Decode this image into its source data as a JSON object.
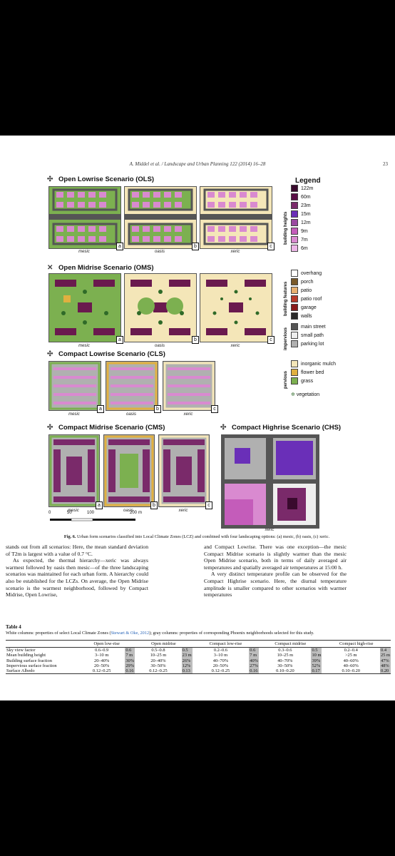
{
  "header": {
    "running_head": "A. Middel et al. / Landscape and Urban Planning 122 (2014) 16–28",
    "page_number": "23"
  },
  "figure": {
    "scenarios": [
      {
        "title": "Open Lowrise Scenario (OLS)",
        "labels": [
          "mesic",
          "oasis",
          "xeric"
        ],
        "letters": [
          "a",
          "b",
          "c"
        ]
      },
      {
        "title": "Open Midrise Scenario (OMS)",
        "labels": [
          "mesic",
          "oasis",
          "xeric"
        ],
        "letters": [
          "a",
          "b",
          "c"
        ]
      },
      {
        "title": "Compact Lowrise Scenario (CLS)",
        "labels": [
          "mesic",
          "oasis",
          "xeric"
        ],
        "letters": [
          "a",
          "b",
          "c"
        ]
      },
      {
        "title": "Compact Midrise Scenario (CMS)",
        "labels": [
          "mesic",
          "oasis",
          "xeric"
        ],
        "letters": [
          "a",
          "b",
          "c"
        ]
      },
      {
        "title": "Compact Highrise Scenario (CHS)",
        "labels": [
          "xeric"
        ],
        "letters": []
      }
    ],
    "legend": {
      "title": "Legend",
      "groups": [
        {
          "name": "building heights",
          "items": [
            {
              "label": "122m",
              "color": "#3a0a2e"
            },
            {
              "label": "60m",
              "color": "#5a0f47"
            },
            {
              "label": "23m",
              "color": "#7a2a6a"
            },
            {
              "label": "15m",
              "color": "#6a2fb8"
            },
            {
              "label": "12m",
              "color": "#9a4aa0"
            },
            {
              "label": "9m",
              "color": "#c45cba"
            },
            {
              "label": "7m",
              "color": "#d98ad0"
            },
            {
              "label": "6m",
              "color": "#ecb6e6"
            }
          ]
        },
        {
          "name": "building features",
          "items": [
            {
              "label": "overhang",
              "color": "#ffffff"
            },
            {
              "label": "porch",
              "color": "#7a5a2a"
            },
            {
              "label": "patio",
              "color": "#e8b070"
            },
            {
              "label": "patio roof",
              "color": "#b83a2a"
            },
            {
              "label": "garage",
              "color": "#8a1a1a"
            },
            {
              "label": "walls",
              "color": "#2a2a2a"
            }
          ]
        },
        {
          "name": "impervious",
          "items": [
            {
              "label": "main street",
              "color": "#555555"
            },
            {
              "label": "small path",
              "color": "#eeeeee"
            },
            {
              "label": "parking lot",
              "color": "#b0b0b0"
            }
          ]
        },
        {
          "name": "pervious",
          "items": [
            {
              "label": "inorganic mulch",
              "color": "#f4e6b8"
            },
            {
              "label": "flower bed",
              "color": "#e0b040"
            },
            {
              "label": "grass",
              "color": "#7cb050"
            }
          ]
        }
      ],
      "vegetation": "vegetation"
    },
    "scale": {
      "ticks": [
        "0",
        "50",
        "100",
        "200"
      ],
      "unit": "m"
    },
    "caption_label": "Fig. 6.",
    "caption_text": "Urban form scenarios classified into Local Climate Zones (LCZ) and combined with four landscaping options: (a) mesic, (b) oasis, (c) xeric."
  },
  "body": {
    "left_col": [
      "stands out from all scenarios: Here, the mean standard deviation of T2m is largest with a value of 0.7 °C.",
      "As expected, the thermal hierarchy—xeric was always warmest followed by oasis then mesic—of the three landscaping scenarios was maintained for each urban form. A hierarchy could also be established for the LCZs. On average, the Open Midrise scenario is the warmest neighborhood, followed by Compact Midrise, Open Lowrise,"
    ],
    "right_col": [
      "and Compact Lowrise. There was one exception—the mesic Compact Midrise scenario is slightly warmer than the mesic Open Midrise scenario, both in terms of daily averaged air temperatures and spatially averaged air temperatures at 15:00 h.",
      "A very distinct temperature profile can be observed for the Compact Highrise scenario. Here, the diurnal temperature amplitude is smaller compared to other scenarios with warmer temperatures"
    ]
  },
  "table": {
    "title": "Table 4",
    "caption_pre": "White columns: properties of select Local Climate Zones (",
    "caption_ref": "Stewart & Oke, 2012",
    "caption_post": "); gray columns: properties of corresponding Phoenix neighborhoods selected for this study.",
    "columns": [
      "Open low-rise",
      "Open midrise",
      "Compact low-rise",
      "Compact midrise",
      "Compact high-rise"
    ],
    "rows": [
      {
        "label": "Sky view factor",
        "cells": [
          [
            "0.6–0.9",
            "0.6"
          ],
          [
            "0.5–0.8",
            "0.5"
          ],
          [
            "0.2–0.6",
            "0.6"
          ],
          [
            "0.3–0.6",
            "0.5"
          ],
          [
            "0.2–0.4",
            "0.4"
          ]
        ]
      },
      {
        "label": "Mean building height",
        "cells": [
          [
            "3–10 m",
            "7 m"
          ],
          [
            "10–25 m",
            "23 m"
          ],
          [
            "3–10 m",
            "7 m"
          ],
          [
            "10–25 m",
            "10 m"
          ],
          [
            ">25 m",
            "25 m"
          ]
        ]
      },
      {
        "label": "Building surface fraction",
        "cells": [
          [
            "20–40%",
            "30%"
          ],
          [
            "20–40%",
            "26%"
          ],
          [
            "40–70%",
            "40%"
          ],
          [
            "40–70%",
            "39%"
          ],
          [
            "40–60%",
            "47%"
          ]
        ]
      },
      {
        "label": "Impervious surface fraction",
        "cells": [
          [
            "20–50%",
            "29%"
          ],
          [
            "30–50%",
            "12%"
          ],
          [
            "20–50%",
            "27%"
          ],
          [
            "30–50%",
            "52%"
          ],
          [
            "40–60%",
            "48%"
          ]
        ]
      },
      {
        "label": "Surface Albedo",
        "cells": [
          [
            "0.12–0.25",
            "0.16"
          ],
          [
            "0.12–0.25",
            "0.13"
          ],
          [
            "0.12–0.25",
            "0.16"
          ],
          [
            "0.10–0.20",
            "0.17"
          ],
          [
            "0.10–0.20",
            "0.20"
          ]
        ]
      }
    ]
  }
}
